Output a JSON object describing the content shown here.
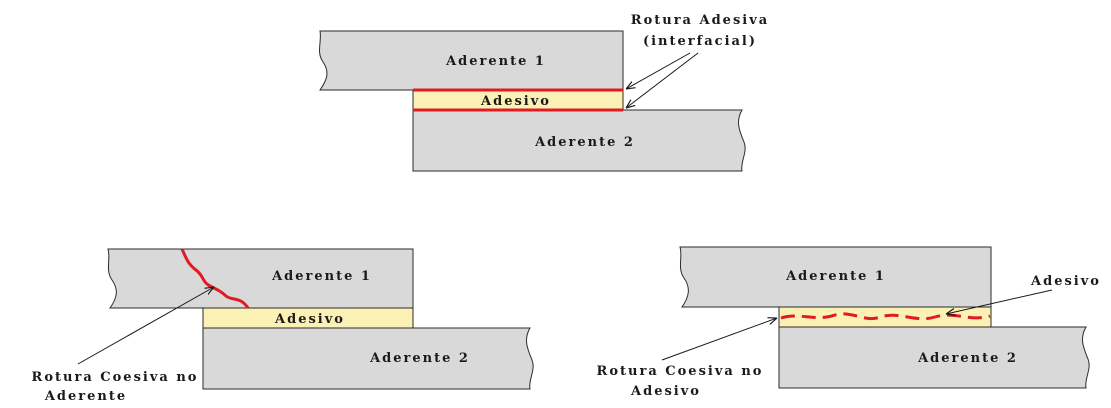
{
  "top_joint": {
    "adherend1": "Aderente 1",
    "adhesive": "Adesivo",
    "adherend2": "Aderente 2",
    "failure_label_line1": "Rotura Adesiva",
    "failure_label_line2": "(interfacial)"
  },
  "left_joint": {
    "adherend1": "Aderente 1",
    "adhesive": "Adesivo",
    "adherend2": "Aderente 2",
    "failure_label_line1": "Rotura Coesiva no",
    "failure_label_line2": "Aderente"
  },
  "right_joint": {
    "adherend1": "Aderente 1",
    "adhesive_callout": "Adesivo",
    "adherend2": "Aderente 2",
    "failure_label_line1": "Rotura Coesiva no",
    "failure_label_line2": "Adesivo"
  },
  "colors": {
    "adherend_fill": "#d9d9d9",
    "adhesive_fill": "#fbf1b5",
    "failure_line": "#e01b24",
    "outline": "#2b2b2b"
  }
}
